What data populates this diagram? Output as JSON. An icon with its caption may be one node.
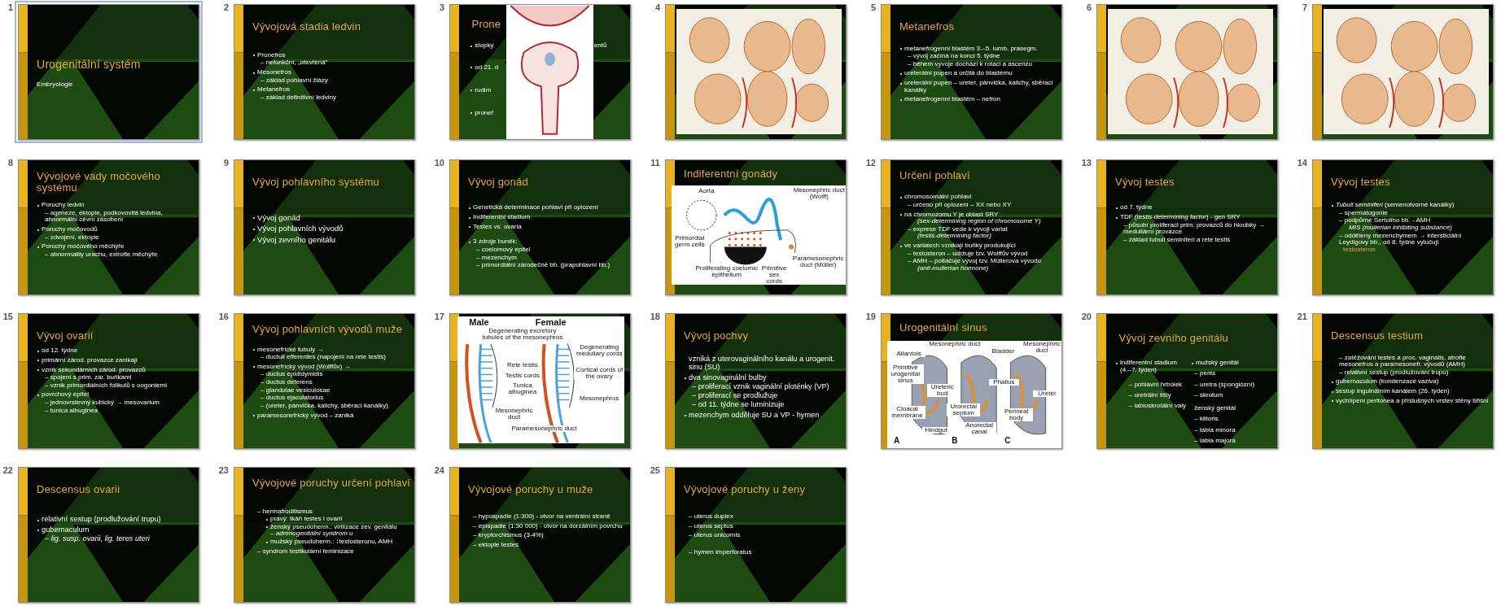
{
  "diagram": {
    "nodes": [
      {
        "text": [
          "Urogenitální systém",
          "Embryologie"
        ],
        "beside": [
          "1"
        ]
      },
      {
        "text": [
          "Vývojová stadia ledvin",
          "Pronefros",
          "– nefunkční, „otevřená“",
          "Mesonefros",
          "– základ pohlavní žlázy",
          "Metanefros",
          "– základ definitivní ledviny"
        ],
        "beside": [
          "2"
        ]
      },
      {
        "text": [
          "Prone",
          "stopky",
          "entů",
          "od 21. d",
          "rudim",
          "pronef"
        ],
        "beside": [
          "3"
        ]
      },
      {
        "text": [],
        "shape": "picture",
        "in": 2
      },
      {
        "text": [],
        "shape": "box",
        "beside": [
          "4"
        ]
      },
      {
        "text": [],
        "shape": "picture",
        "in": 4
      },
      {
        "text": [
          "Metanefros",
          "metanefrogenní blastém 3.–5. lumb. prasegm.",
          "– vývoj začíná na konci 5. týdne",
          "– během vývoje dochází k rotaci a ascenzu",
          "ureterální pupen a určitá do blastému",
          "ureterální pupen – ureter, pánvička, kalichy, sběrací kanálky",
          "metanefrogenní blastém – nefron"
        ],
        "beside": [
          "5"
        ]
      },
      {
        "text": [],
        "shape": "box",
        "beside": [
          "6"
        ]
      },
      {
        "text": [],
        "shape": "picture",
        "in": 7
      },
      {
        "text": [],
        "shape": "box",
        "beside": [
          "7"
        ]
      },
      {
        "text": [],
        "shape": "picture",
        "in": 9
      },
      {
        "text": [
          "Vývojové vady močového systému",
          "Poruchy ledvin",
          "– ageneze, ektopie, podkovovitá ledvina, abnormální cévní zásobení",
          "Poruchy močovodů",
          "– zdvojení, ektopie",
          "Poruchy močového měchýře",
          "– abnormality urachu, extrofie měchýře"
        ],
        "beside": [
          "8"
        ]
      },
      {
        "text": [
          "Vývoj pohlavního systému",
          "Vývoj gonád",
          "Vývoj pohlavních vývodů",
          "Vývoj zevního genitálu"
        ],
        "beside": [
          "9"
        ]
      },
      {
        "text": [
          "Vývoj gonád",
          "Genetická determinace pohlaví při oplození",
          "Indiferentní stadium",
          "Testes vs. ovaria",
          "3 zdroje buněk:",
          "– coelomový epitel",
          "– mezenchym",
          "– primordiální zárodečné bb. (prapohlavní bb.)"
        ],
        "beside": [
          "10"
        ]
      },
      {
        "text": [
          "Indiferentní gonády"
        ],
        "beside": [
          "11"
        ]
      },
      {
        "text": [],
        "shape": "picture",
        "in": 14
      },
      {
        "text": [
          "Určení pohlaví",
          "chromosomální pohlaví",
          "– určeno při oplození – XX nebo XY",
          "na chromozomu Y je oblast SRY",
          "(sex-determining region of chromosome Y)",
          "– exprese TDF vede k vývoji varlat",
          "(testis-determining factor)",
          "ve varlatech vznikají buňky produkující",
          "– testosteron – udržuje tzv. Wolffův vývod",
          "– AMH – potlačuje vývoj tzv. Müllerova vývodu",
          "(anti-mullerian hormone)"
        ],
        "beside": [
          "12"
        ]
      },
      {
        "text": [
          "Vývoj testes",
          "od 7. týdne",
          "TDF (*testis-determining factor*) - gen SRY",
          "– působí proliferaci prim. provazců do hloubky → medullární provazce",
          "– základ tubuli seminiferi a rete testis"
        ],
        "beside": [
          "13"
        ]
      },
      {
        "text": [
          "Vývoj testes",
          "*Tubuli seminiferi* (semenotvorné kanálky)",
          "– spermatogonie",
          "– podpůrné Sertoliho bb. - AMH",
          "MIS (mullerian inhibiting substance)",
          "– odděleny mezenchymem → intersticiální Leydigovy bb., od 8. týdne vylučují",
          "testosteron"
        ],
        "beside": [
          "14"
        ]
      },
      {
        "text": [
          "Vývoj ovarií",
          "od 12. týdne",
          "primární zárod. provazce zanikají",
          "vznik sekundárních zárod. provazců",
          "– spojení s prim. zár. buňkami",
          "– vznik primordiálních folikulů s oogoniemi",
          "povrchový epitel",
          "– jednovrstevný kubický → mesovarium",
          "– tunica albuginea"
        ],
        "beside": [
          "15"
        ]
      },
      {
        "text": [
          "Vývoj pohlavních vývodů muže",
          "mesonefrické tubuly →",
          "– ductuli efferentes (napojení na rete testis)",
          "mesonefrický vývod (Wolffův) →",
          "– ductus epididymidis",
          "– ductus deferens",
          "– glandulae vesiculosae",
          "– ductus ejaculatorius",
          "– (ureter, pánvička, kalichy, sběrací kanálky)",
          "paramesonefrický vývod – zaniká"
        ],
        "beside": [
          "16"
        ]
      },
      {
        "text": [],
        "shape": "box",
        "beside": [
          "17"
        ]
      },
      {
        "text": [],
        "shape": "picture",
        "in": 21
      },
      {
        "text": [
          "Vývoj pochvy",
          "vzniká z uterovaginálního kanálu a urogenit. sinu (SU)",
          "dva sinovaginální bulby",
          "– proliferací vznik vaginální ploténky (VP)",
          "– proliferací se prodlužuje",
          "– od 11. týdne se luminizuje",
          "mezenchym odděluje SU a VP - hymen"
        ],
        "beside": [
          "18"
        ]
      },
      {
        "text": [
          "Urogenitální sinus"
        ],
        "beside": [
          "19"
        ]
      },
      {
        "text": [],
        "shape": "picture",
        "in": 24
      },
      {
        "text": [
          "Vývoj zevního genitálu",
          "indiferentní stadium (4.–7. týden)",
          "– pohlavní hrbolek",
          "– uretrální lišty",
          "– labioskrotální valy",
          "mužský genitál",
          "– penis",
          "– uretra (spongiózní)",
          "– skrotum",
          "ženský genitál",
          "– klitoris",
          "– labia minora",
          "– labia majora"
        ],
        "beside": [
          "20"
        ]
      },
      {
        "text": [
          "Descensus testium",
          "– zatěžování testes a proc. vaginalis, atrofie mesonefros a paramesonefr. vývodů (AMH)",
          "– relativní sestup (prodlužování trupu)",
          "gubernaculum (kondenzace vaziva)",
          "sestup inguinálním kanálem (26. týden)",
          "vychlípení peritonea a příslušných vrstev stěny břišní"
        ],
        "beside": [
          "21"
        ]
      },
      {
        "text": [
          "Descensus ovarii",
          "relativní sestup (prodlužování trupu)",
          "gubernaculum",
          "– lig. susp. ovarii, lig. teres uteri"
        ],
        "beside": [
          "22"
        ]
      },
      {
        "text": [
          "Vývojové poruchy určení pohlaví",
          "– hermafroditismus",
          "pravý: tkáň testes i ovarií",
          "ženský pseudoherm.: virilizace zev. genitálu",
          "– adrenogenitální syndrom u",
          "mužský pseudoherm.: ↓testosteronu, AMH",
          "– syndrom testikulární feminizace"
        ],
        "beside": [
          "23"
        ]
      },
      {
        "text": [
          "Vývojové poruchy u muže",
          "– hypospadie (1:300) - otvor na ventrální straně",
          "– epispadie (1:30 000) - otvor na dorzálním povrchu",
          "– kryptorchismus (3-4%)",
          "– ektopie testes"
        ],
        "beside": [
          "24"
        ]
      },
      {
        "text": [
          "Vývojové poruchy u ženy",
          "– uterus duplex",
          "– uterus septus",
          "– uterus unicornis",
          "– hymen imperforatus"
        ],
        "beside": [
          "25"
        ]
      }
    ],
    "labels": [
      "Aorta",
      "Mesonephric duct (Wolff)",
      "Primordial germ cells",
      "Proliferating coelomic epithelium",
      "Primitive sex cords",
      "Paramesonephric duct (Müller)",
      "Male",
      "Female",
      "Degenerating excretory tubules of the mesonephros",
      "Degenerating medullary cords",
      "Rete testis",
      "Testis cords",
      "Cortical cords of the ovary",
      "Tunica albuginea",
      "Mesonephros",
      "Mesonephric duct",
      "Paramesonephric duct",
      "Allantois",
      "Mesonephric duct",
      "Primitive urogenital sinus",
      "Ureteric bud",
      "Cloacal membrane",
      "Hindgut",
      "Urorectal septum",
      "Anorectal canal",
      "Bladder",
      "Mesonephric duct",
      "Phallus",
      "Perineal body",
      "Ureter",
      "A",
      "B",
      "C"
    ]
  }
}
